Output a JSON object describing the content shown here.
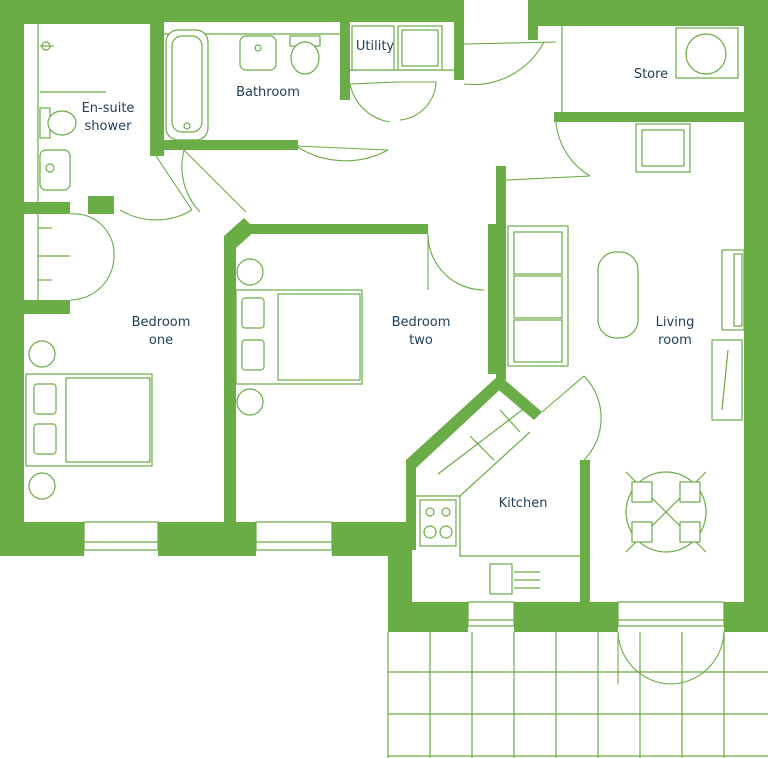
{
  "rooms": {
    "ensuite": {
      "line1": "En-suite",
      "line2": "shower"
    },
    "bathroom": {
      "line1": "Bathroom"
    },
    "utility": {
      "line1": "Utility"
    },
    "store": {
      "line1": "Store"
    },
    "bedroom_one": {
      "line1": "Bedroom",
      "line2": "one"
    },
    "bedroom_two": {
      "line1": "Bedroom",
      "line2": "two"
    },
    "living": {
      "line1": "Living",
      "line2": "room"
    },
    "kitchen": {
      "line1": "Kitchen"
    }
  },
  "colors": {
    "wall": "#6aac45",
    "label_text": "#1f3d57",
    "background": "#ffffff"
  }
}
